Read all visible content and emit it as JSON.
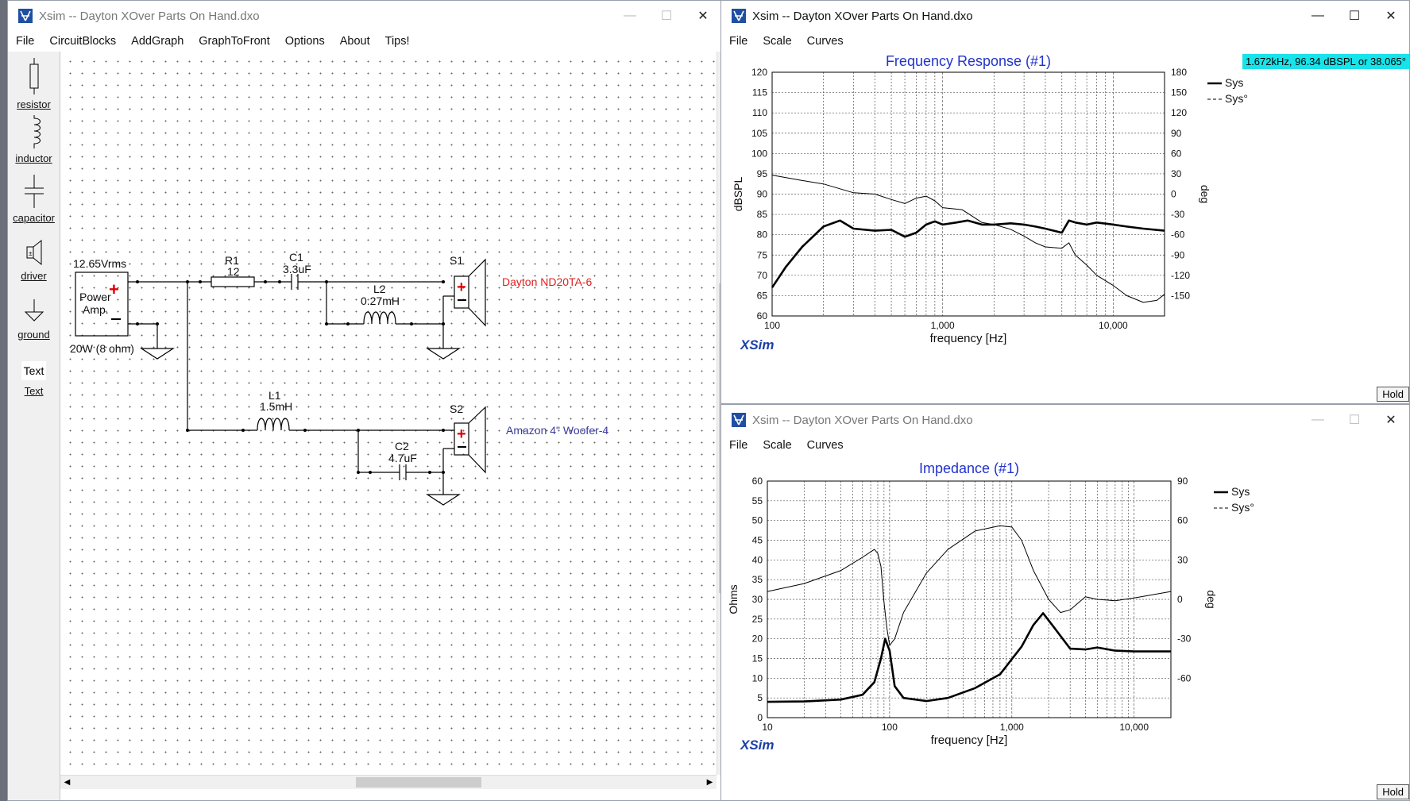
{
  "left_window": {
    "title": "Xsim -- Dayton XOver Parts On Hand.dxo",
    "menu": [
      "File",
      "CircuitBlocks",
      "AddGraph",
      "GraphToFront",
      "Options",
      "About",
      "Tips!"
    ],
    "tools": [
      "resistor",
      "inductor",
      "capacitor",
      "driver",
      "ground",
      "Text"
    ],
    "text_tool_box": "Text"
  },
  "circuit": {
    "source_voltage": "12.65Vrms",
    "source_label_1": "Power",
    "source_label_2": "Amp.",
    "source_power": "20W (8 ohm)",
    "r1_name": "R1",
    "r1_value": "12",
    "c1_name": "C1",
    "c1_value": "3.3uF",
    "l2_name": "L2",
    "l2_value": "0.27mH",
    "l1_name": "L1",
    "l1_value": "1.5mH",
    "c2_name": "C2",
    "c2_value": "4.7uF",
    "s1_name": "S1",
    "s1_driver": "Dayton ND20TA-6",
    "s2_name": "S2",
    "s2_driver": "Amazon 4\" Woofer-4",
    "colors": {
      "s1_driver": "#e02020",
      "s2_driver": "#3a3aa0",
      "polarity": "#e00000"
    }
  },
  "freq_window": {
    "title": "Xsim -- Dayton XOver Parts On Hand.dxo",
    "menu": [
      "File",
      "Scale",
      "Curves"
    ],
    "readout": "1.672kHz, 96.34 dBSPL or 38.065°",
    "brand": "XSim",
    "hold": "Hold"
  },
  "imp_window": {
    "title": "Xsim -- Dayton XOver Parts On Hand.dxo",
    "menu": [
      "File",
      "Scale",
      "Curves"
    ],
    "brand": "XSim",
    "hold": "Hold"
  },
  "chart_data": [
    {
      "type": "line",
      "title": "Frequency Response (#1)",
      "xlabel": "frequency [Hz]",
      "ylabel": "dBSPL",
      "y2label": "deg",
      "x_scale": "log",
      "xlim": [
        100,
        20000
      ],
      "ylim": [
        60,
        120
      ],
      "y2lim": [
        -180,
        180
      ],
      "x_tick_labels": [
        "100",
        "1,000",
        "10,000"
      ],
      "y_ticks": [
        60,
        65,
        70,
        75,
        80,
        85,
        90,
        95,
        100,
        105,
        110,
        115,
        120
      ],
      "y2_ticks": [
        -150,
        -120,
        -90,
        -60,
        -30,
        0,
        30,
        60,
        90,
        120,
        150,
        180
      ],
      "grid": true,
      "legend": "top-right",
      "series": [
        {
          "name": "Sys",
          "style": "solid-thick",
          "axis": "left",
          "x": [
            100,
            120,
            150,
            200,
            250,
            300,
            400,
            500,
            600,
            700,
            800,
            900,
            1000,
            1200,
            1400,
            1700,
            2000,
            2500,
            3000,
            3500,
            4000,
            5000,
            5500,
            6000,
            7000,
            8000,
            10000,
            12000,
            15000,
            20000
          ],
          "y": [
            67,
            72,
            77,
            82,
            83.5,
            81.5,
            81,
            81.2,
            79.5,
            80.5,
            82.5,
            83.3,
            82.5,
            83,
            83.5,
            82.5,
            82.5,
            82.8,
            82.5,
            82,
            81.5,
            80.5,
            83.5,
            83,
            82.5,
            83,
            82.5,
            82,
            81.5,
            81
          ]
        },
        {
          "name": "Sys°",
          "style": "solid-thin",
          "axis": "right",
          "x": [
            100,
            150,
            200,
            300,
            400,
            500,
            600,
            700,
            800,
            900,
            1000,
            1300,
            1700,
            2000,
            2500,
            3000,
            3500,
            4000,
            5000,
            5500,
            6000,
            7000,
            8000,
            10000,
            12000,
            15000,
            18000,
            20000
          ],
          "y": [
            28,
            20,
            15,
            2,
            0,
            -8,
            -14,
            -6,
            -3,
            -10,
            -20,
            -23,
            -42,
            -45,
            -52,
            -62,
            -72,
            -78,
            -80,
            -72,
            -90,
            -105,
            -120,
            -135,
            -150,
            -160,
            -157,
            -148
          ]
        }
      ]
    },
    {
      "type": "line",
      "title": "Impedance (#1)",
      "xlabel": "frequency [Hz]",
      "ylabel": "Ohms",
      "y2label": "deg",
      "x_scale": "log",
      "xlim": [
        10,
        20000
      ],
      "ylim": [
        0,
        60
      ],
      "y2lim": [
        -90,
        90
      ],
      "x_tick_labels": [
        "10",
        "100",
        "1,000",
        "10,000"
      ],
      "y_ticks": [
        0,
        5,
        10,
        15,
        20,
        25,
        30,
        35,
        40,
        45,
        50,
        55,
        60
      ],
      "y2_ticks": [
        -60,
        -30,
        0,
        30,
        60,
        90
      ],
      "grid": true,
      "legend": "top-right",
      "series": [
        {
          "name": "Sys",
          "style": "solid-thick",
          "axis": "left",
          "x": [
            10,
            20,
            40,
            60,
            75,
            85,
            92,
            100,
            110,
            130,
            200,
            300,
            500,
            800,
            1200,
            1500,
            1800,
            2200,
            3000,
            4000,
            5000,
            7000,
            10000,
            20000
          ],
          "y": [
            4,
            4.1,
            4.6,
            5.8,
            9,
            15,
            20,
            17,
            8,
            5,
            4.2,
            5,
            7.5,
            11,
            18,
            23.5,
            26.5,
            23,
            17.5,
            17.3,
            17.8,
            17,
            16.8,
            16.8
          ]
        },
        {
          "name": "Sys°",
          "style": "solid-thin",
          "axis": "right",
          "x": [
            10,
            20,
            40,
            60,
            75,
            80,
            85,
            90,
            95,
            100,
            110,
            130,
            200,
            300,
            500,
            800,
            1000,
            1200,
            1500,
            2000,
            2500,
            3000,
            4000,
            5000,
            7000,
            10000,
            20000
          ],
          "y": [
            6,
            12,
            22,
            32,
            38,
            35,
            25,
            -2,
            -22,
            -35,
            -30,
            -10,
            20,
            38,
            52,
            56,
            55,
            45,
            22,
            0,
            -10,
            -8,
            2,
            0,
            -1,
            1,
            6
          ]
        }
      ]
    }
  ]
}
